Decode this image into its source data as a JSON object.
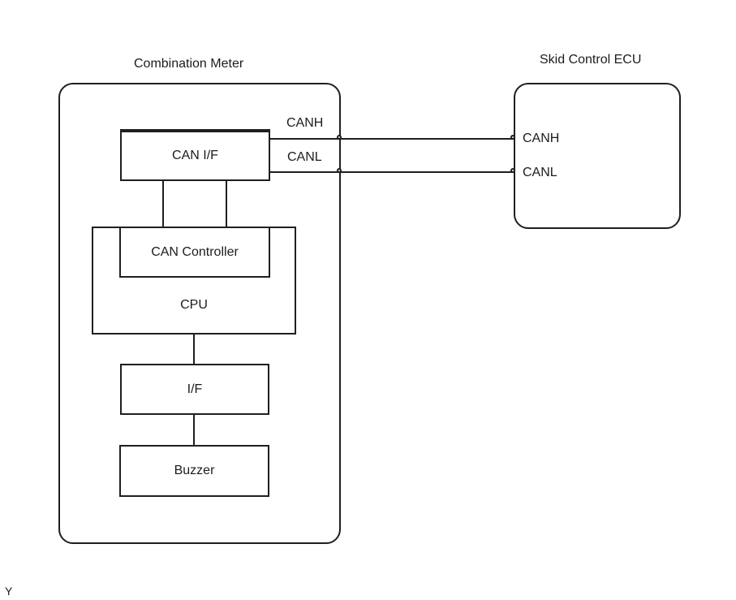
{
  "meter": {
    "title": "Combination Meter",
    "blocks": {
      "can_if": "CAN I/F",
      "can_controller": "CAN Controller",
      "cpu": "CPU",
      "interface": "I/F",
      "buzzer": "Buzzer"
    },
    "bus_labels": {
      "canh": "CANH",
      "canl": "CANL"
    }
  },
  "ecu": {
    "title": "Skid Control ECU",
    "pin_labels": {
      "canh": "CANH",
      "canl": "CANL"
    }
  },
  "connections": [
    {
      "from": "CAN I/F",
      "to": "CAN Controller",
      "type": "internal",
      "count": 2
    },
    {
      "from": "CPU",
      "to": "I/F",
      "type": "internal",
      "count": 1
    },
    {
      "from": "I/F",
      "to": "Buzzer",
      "type": "internal",
      "count": 1
    },
    {
      "from": "Combination Meter CAN I/F",
      "to": "Skid Control ECU",
      "signal": "CANH",
      "type": "bus"
    },
    {
      "from": "Combination Meter CAN I/F",
      "to": "Skid Control ECU",
      "signal": "CANL",
      "type": "bus"
    }
  ],
  "page_marker": "Y",
  "colors": {
    "line": "#1f1f1f",
    "text": "#1c1c1c",
    "background": "#ffffff"
  }
}
